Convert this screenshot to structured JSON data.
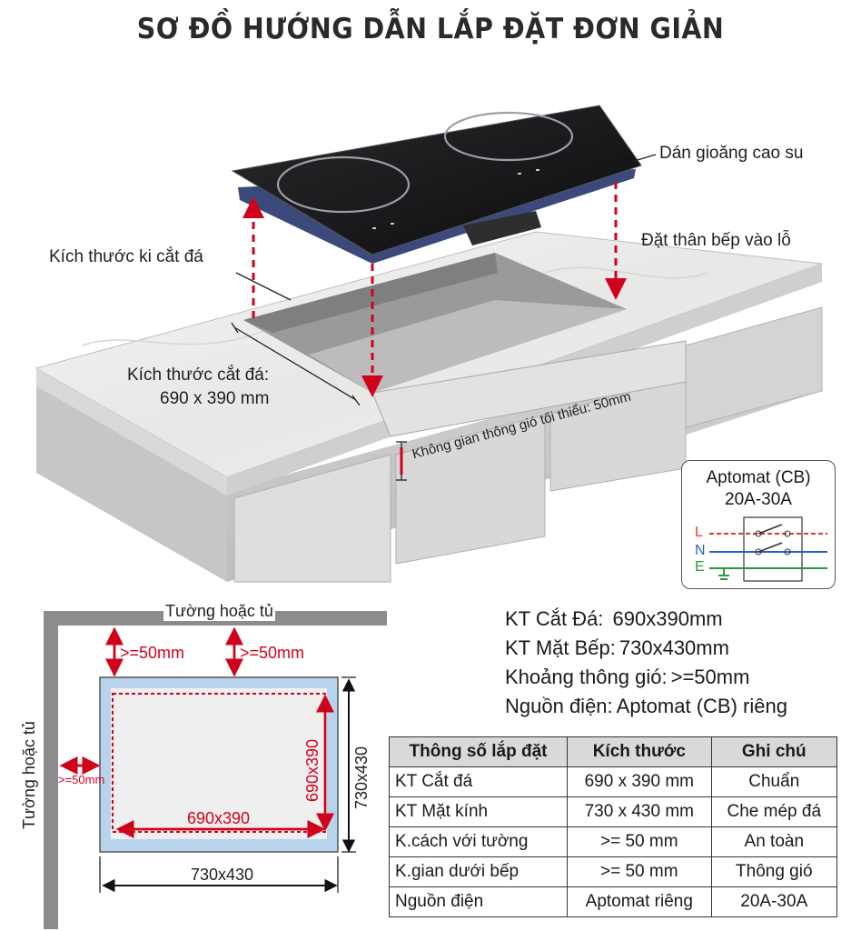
{
  "title": "SƠ ĐỒ HƯỚNG DẪN LẮP ĐẶT ĐƠN GIẢN",
  "top_diagram": {
    "label_gasket": "Dán gioăng cao su",
    "label_body": "Đặt thân bếp vào lỗ",
    "label_cut_size": "Kích thước ki cắt đá",
    "label_cut_dims_line1": "Kích thước cắt đá:",
    "label_cut_dims_line2": "690 x 390 mm",
    "label_vent": "Không gian thông gió tối thiểu: 50mm"
  },
  "breaker": {
    "title_line1": "Aptomat (CB)",
    "title_line2": "20A-30A",
    "wire_L": "L",
    "wire_N": "N",
    "wire_E": "E",
    "colors": {
      "L": "#e03a2b",
      "N": "#2a5fc9",
      "E": "#2a9a3a"
    }
  },
  "plan_diagram": {
    "wall_top": "Tường hoặc tủ",
    "wall_left": "Tường hoặc tủ",
    "gap_1": ">=50mm",
    "gap_2": ">=50mm",
    "gap_3": ">=50mm",
    "cut_width": "690x390",
    "cut_height": "690x390",
    "glass_height": "730x430",
    "glass_width": "730x430"
  },
  "specs": [
    {
      "key": "KT Cắt Đá:",
      "value": "690x390mm"
    },
    {
      "key": "KT Mặt Bếp:",
      "value": "730x430mm"
    },
    {
      "key": "Khoảng thông gió:",
      "value": ">=50mm"
    },
    {
      "key": "Nguồn điện:",
      "value": "Aptomat (CB) riêng"
    }
  ],
  "table": {
    "headers": [
      "Thông số lắp đặt",
      "Kích thước",
      "Ghi chú"
    ],
    "rows": [
      [
        "KT Cắt đá",
        "690 x 390 mm",
        "Chuẩn"
      ],
      [
        "KT Mặt kính",
        "730 x 430 mm",
        "Che mép đá"
      ],
      [
        "K.cách với tường",
        ">= 50 mm",
        "An toàn"
      ],
      [
        "K.gian dưới bếp",
        ">= 50 mm",
        "Thông gió"
      ],
      [
        "Nguồn điện",
        "Aptomat riêng",
        "20A-30A"
      ]
    ]
  }
}
